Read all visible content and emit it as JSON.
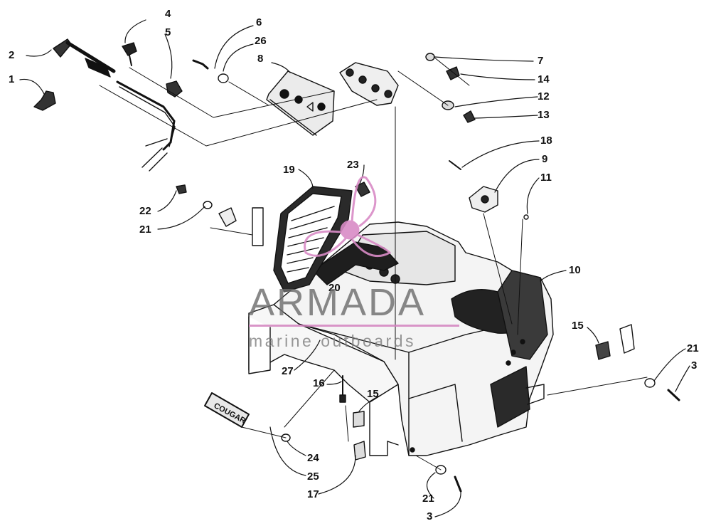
{
  "callouts": [
    {
      "id": "c1",
      "text": "1"
    },
    {
      "id": "c2",
      "text": "2"
    },
    {
      "id": "c3a",
      "text": "3"
    },
    {
      "id": "c3b",
      "text": "3"
    },
    {
      "id": "c4",
      "text": "4"
    },
    {
      "id": "c5",
      "text": "5"
    },
    {
      "id": "c6",
      "text": "6"
    },
    {
      "id": "c7",
      "text": "7"
    },
    {
      "id": "c8",
      "text": "8"
    },
    {
      "id": "c9",
      "text": "9"
    },
    {
      "id": "c10",
      "text": "10"
    },
    {
      "id": "c11",
      "text": "11"
    },
    {
      "id": "c12",
      "text": "12"
    },
    {
      "id": "c13",
      "text": "13"
    },
    {
      "id": "c14",
      "text": "14"
    },
    {
      "id": "c15a",
      "text": "15"
    },
    {
      "id": "c15b",
      "text": "15"
    },
    {
      "id": "c16",
      "text": "16"
    },
    {
      "id": "c17",
      "text": "17"
    },
    {
      "id": "c18",
      "text": "18"
    },
    {
      "id": "c19",
      "text": "19"
    },
    {
      "id": "c20",
      "text": "20"
    },
    {
      "id": "c21a",
      "text": "21"
    },
    {
      "id": "c21b",
      "text": "21"
    },
    {
      "id": "c21c",
      "text": "21"
    },
    {
      "id": "c22",
      "text": "22"
    },
    {
      "id": "c23",
      "text": "23"
    },
    {
      "id": "c24",
      "text": "24"
    },
    {
      "id": "c25",
      "text": "25"
    },
    {
      "id": "c26",
      "text": "26"
    },
    {
      "id": "c27",
      "text": "27"
    }
  ],
  "nameplate_text": "COUGAR",
  "watermark": {
    "title": "ARMADA",
    "subtitle": "marine outboards",
    "logo_color": "#d98bc6"
  }
}
